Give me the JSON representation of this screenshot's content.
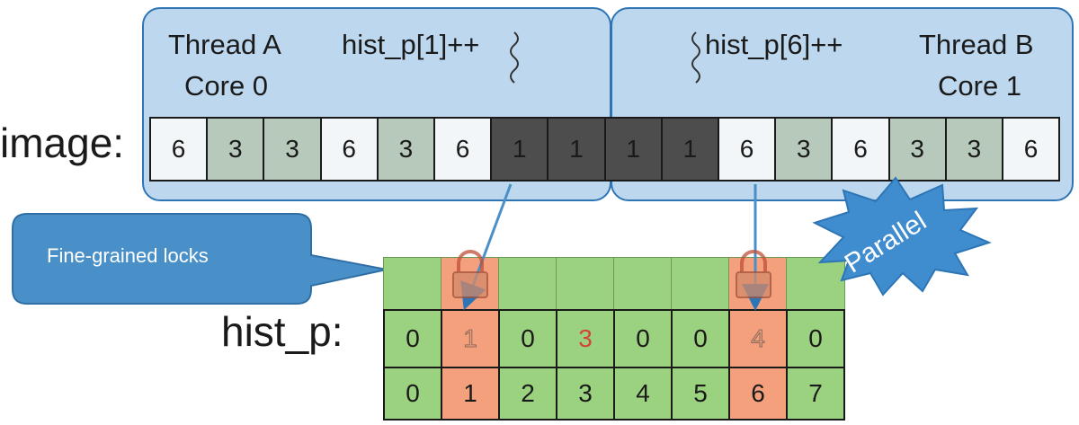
{
  "threads": {
    "a": {
      "name": "Thread A",
      "core": "Core 0",
      "op": "hist_p[1]++"
    },
    "b": {
      "name": "Thread B",
      "core": "Core 1",
      "op": "hist_p[6]++"
    }
  },
  "image": {
    "label": "image:",
    "values": [
      "6",
      "3",
      "3",
      "6",
      "3",
      "6",
      "1",
      "1",
      "1",
      "1",
      "6",
      "3",
      "6",
      "3",
      "3",
      "6"
    ]
  },
  "callout": {
    "text": "Fine-grained locks"
  },
  "burst": {
    "text": "Parallel"
  },
  "hist": {
    "label": "hist_p:",
    "counts": [
      "0",
      "1",
      "0",
      "3",
      "0",
      "0",
      "4",
      "0"
    ],
    "indices": [
      "0",
      "1",
      "2",
      "3",
      "4",
      "5",
      "6",
      "7"
    ],
    "locked_bins": [
      1,
      6
    ]
  },
  "colors": {
    "panel_fill": "#bdd7ee",
    "panel_border": "#2e75b6",
    "cell_6": "#f2f6f8",
    "cell_3": "#b7c9bb",
    "cell_1": "#4d4d4d",
    "bin_free": "#9bd27f",
    "bin_locked": "#f4a07c",
    "callout": "#4a90c8"
  }
}
